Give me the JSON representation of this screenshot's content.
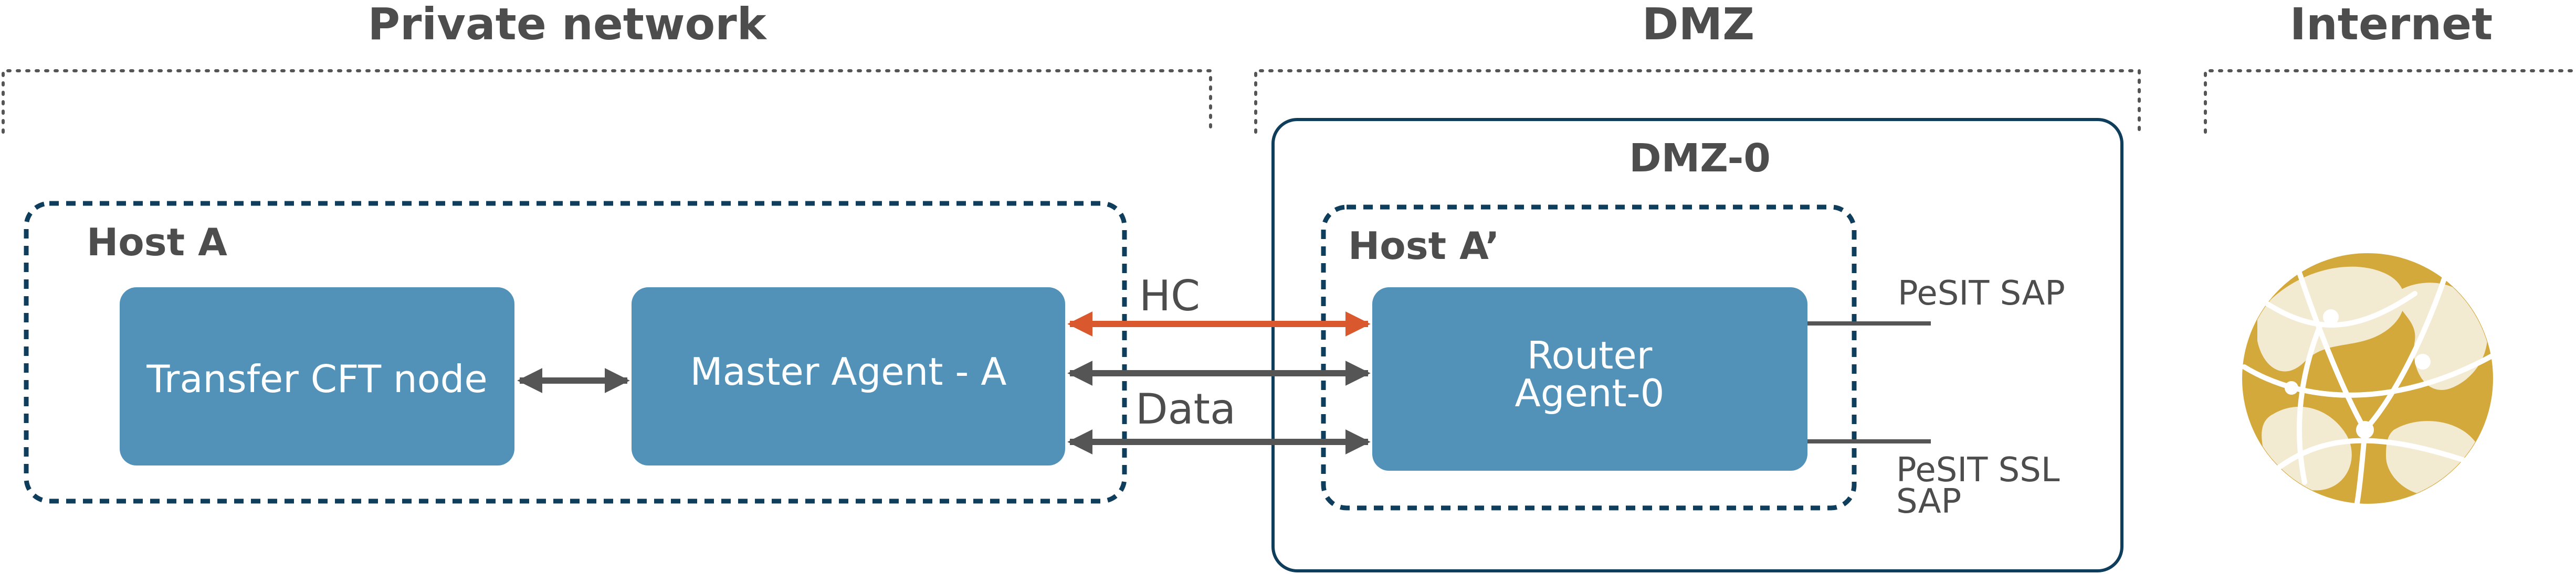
{
  "zones": {
    "private": "Private network",
    "dmz": "DMZ",
    "internet": "Internet"
  },
  "dmz_box": {
    "label": "DMZ-0"
  },
  "hosts": {
    "host_a": "Host A",
    "host_a_prime": "Host A’"
  },
  "nodes": {
    "transfer_cft": "Transfer CFT node",
    "master_agent": "Master Agent - A",
    "router_line1": "Router",
    "router_line2": "Agent-0"
  },
  "links": {
    "hc": "HC",
    "data": "Data"
  },
  "ports": {
    "pesit_sap": "PeSIT SAP",
    "pesit_ssl_line1": "PeSIT SSL",
    "pesit_ssl_line2": "SAP"
  },
  "icons": {
    "globe": "globe-icon"
  },
  "colors": {
    "node_fill": "#5292b8",
    "host_border": "#0f3d5c",
    "dmz_border": "#0f3d5c",
    "zone_bracket": "#555555",
    "arrow_dark": "#555555",
    "arrow_hc": "#d9582d",
    "globe_gold": "#d4a93c",
    "globe_light": "#f3ead2",
    "text_dark": "#4d4d4d"
  }
}
